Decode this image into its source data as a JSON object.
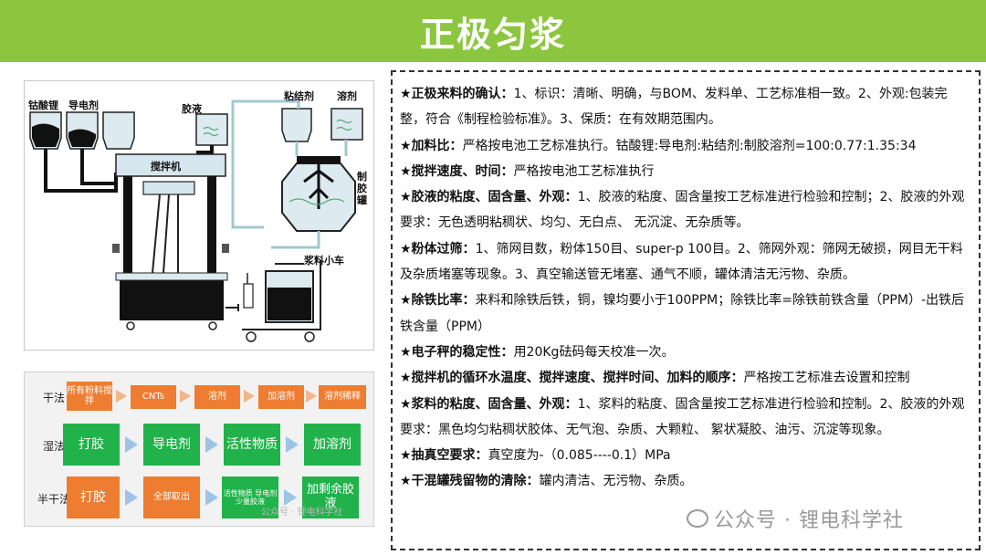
{
  "title": "正极匀浆",
  "diagram": {
    "labels": {
      "lco": "钴酸锂",
      "conductor": "导电剂",
      "glue": "胶液",
      "binder": "粘结剂",
      "solvent": "溶剂",
      "mixer": "搅拌机",
      "glue_tank": "制\n胶\n罐",
      "cart": "浆料小车"
    }
  },
  "flow": {
    "rows": [
      {
        "label": "干法",
        "steps": [
          "所有粉料搅拌",
          "CNTs",
          "溶剂",
          "加溶剂",
          "溶剂稀释"
        ]
      },
      {
        "label": "湿法",
        "steps": [
          "打胶",
          "导电剂",
          "活性物质",
          "加溶剂"
        ]
      },
      {
        "label": "半干法",
        "steps": [
          "打胶",
          "全部取出",
          "活性物质 导电剂 少量胶液",
          "加剩余胶液"
        ]
      }
    ],
    "watermark": "公众号 · 锂电科学社"
  },
  "notes": [
    {
      "head": "★正极来料的确认：",
      "body": "1、标识：清晰、明确，与BOM、发料单、工艺标准相一致。2、外观:包装完整，符合《制程检验标准》。3、保质：在有效期范围内。"
    },
    {
      "head": "★加料比：",
      "body": "严格按电池工艺标准执行。钴酸锂:导电剂:粘结剂:制胶溶剂=100:0.77:1.35:34"
    },
    {
      "head": "★搅拌速度、时间：",
      "body": "严格按电池工艺标准执行"
    },
    {
      "head": "★胶液的粘度、固含量、外观：",
      "body": "1、胶液的粘度、固含量按工艺标准进行检验和控制；2、胶液的外观要求：无色透明粘稠状、均匀、无白点、 无沉淀、无杂质等。"
    },
    {
      "head": "★粉体过筛：",
      "body": "1、筛网目数，粉体150目、super-p 100目。2、筛网外观：筛网无破损，网目无干料及杂质堵塞等现象。3、真空输送管无堵塞、通气不顺，罐体清洁无污物、杂质。"
    },
    {
      "head": "★除铁比率：",
      "body": "来料和除铁后铁，铜，镍均要小于100PPM；除铁比率=除铁前铁含量（PPM）-出铁后铁含量（PPM）"
    },
    {
      "head": "★电子秤的稳定性：",
      "body": "用20Kg砝码每天校准一次。"
    },
    {
      "head": "★搅拌机的循环水温度、搅拌速度、搅拌时间、加料的顺序：",
      "body": "严格按工艺标准去设置和控制"
    },
    {
      "head": "★浆料的粘度、固含量、外观：",
      "body": "1、浆料的粘度、固含量按工艺标准进行检验和控制。2、胶液的外观要求：黑色均匀粘稠状胶体、无气泡、杂质、大颗粒、 絮状凝胶、油污、沉淀等现象。"
    },
    {
      "head": "★抽真空要求：",
      "body": "真空度为-（0.085----0.1）MPa"
    },
    {
      "head": "★干混罐残留物的清除：",
      "body": "罐内清洁、无污物、杂质。"
    }
  ],
  "watermark": "公众号 · 锂电科学社"
}
